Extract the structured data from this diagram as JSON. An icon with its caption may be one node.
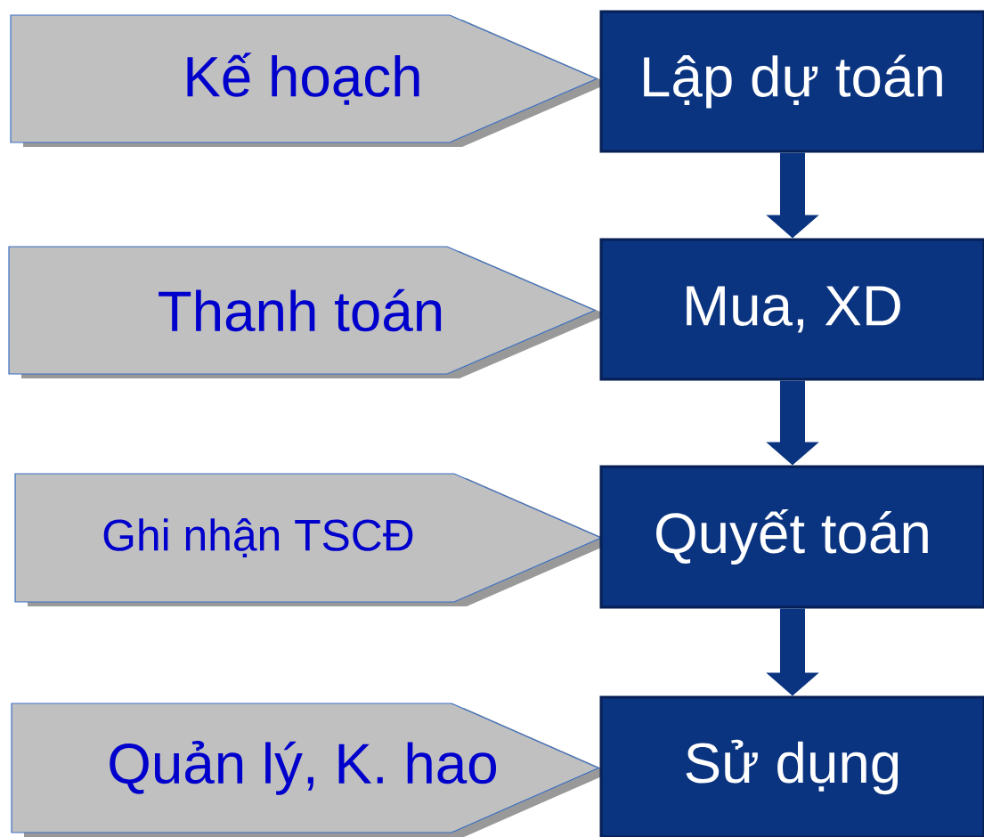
{
  "diagram": {
    "nodes": [
      {
        "text": [
          "Kế hoạch"
        ]
      },
      {
        "text": [
          "Lập dự toán"
        ]
      },
      {
        "text": [
          "Thanh toán"
        ]
      },
      {
        "text": [
          "Mua, XD"
        ]
      },
      {
        "text": [
          "Ghi nhận TSCĐ"
        ]
      },
      {
        "text": [
          "Quyết toán"
        ]
      },
      {
        "text": [
          "Quản lý, K. hao"
        ]
      },
      {
        "text": [
          "Sử dụng"
        ]
      }
    ],
    "edges": [
      {
        "from": 1,
        "to": 3,
        "arrow": "to"
      },
      {
        "from": 3,
        "to": 5,
        "arrow": "to"
      },
      {
        "from": 5,
        "to": 7,
        "arrow": "to"
      }
    ]
  }
}
